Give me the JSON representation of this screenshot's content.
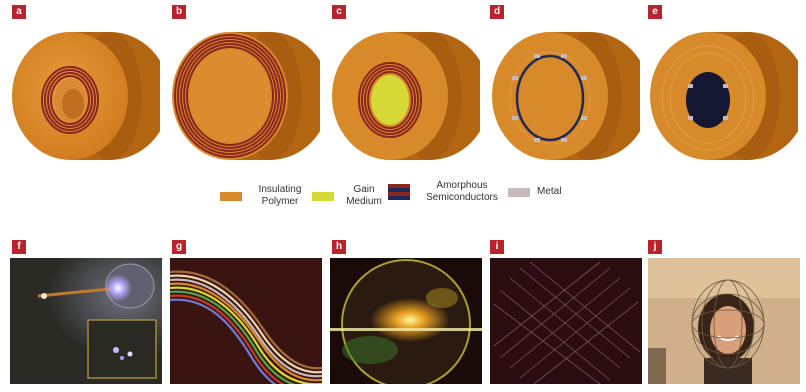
{
  "panel_labels": [
    "a",
    "b",
    "c",
    "d",
    "e",
    "f",
    "g",
    "h",
    "i",
    "j"
  ],
  "legend": {
    "insulating_polymer": "Insulating Polymer",
    "gain_medium": "Gain Medium",
    "amorphous_semiconductors": "Amorphous Semiconductors",
    "metal": "Metal"
  },
  "colors": {
    "polymer": "#d8892a",
    "polymer_side": "#b26612",
    "gain": "#d6d836",
    "semiconductor": "#8b2520",
    "metal": "#c7b9b9",
    "label_bg": "#b8242e"
  }
}
